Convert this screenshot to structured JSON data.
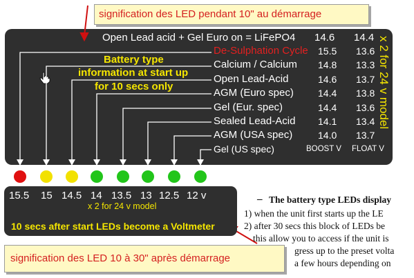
{
  "callouts": {
    "top": "signification des LED pendant 10\" au démarrage",
    "bottom": "signification des LED 10 à 30\" après démarrage"
  },
  "panel": {
    "header_label": "Open Lead acid + Gel Euro on = LiFePO4",
    "header_boost": "14.6",
    "header_float": "14.4",
    "vertical_note": "x 2 for 24 v model",
    "info_lines": [
      "Battery type",
      "information at start up",
      "for 10 secs only"
    ],
    "battery_types": [
      {
        "name": "De-Sulphation Cycle",
        "boost": "15.5",
        "float": "13.6",
        "highlight": true
      },
      {
        "name": "Calcium / Calcium",
        "boost": "14.8",
        "float": "13.3",
        "highlight": false
      },
      {
        "name": "Open Lead-Acid",
        "boost": "14.6",
        "float": "13.7",
        "highlight": false
      },
      {
        "name": "AGM (Euro spec)",
        "boost": "14.4",
        "float": "13.8",
        "highlight": false
      },
      {
        "name": "Gel (Eur. spec)",
        "boost": "14.4",
        "float": "13.6",
        "highlight": false
      },
      {
        "name": "Sealed Lead-Acid",
        "boost": "14.1",
        "float": "13.4",
        "highlight": false
      },
      {
        "name": "AGM (USA spec)",
        "boost": "14.0",
        "float": "13.7",
        "highlight": false
      },
      {
        "name": "Gel (US spec)",
        "boost": "",
        "float": "",
        "highlight": false
      }
    ],
    "boost_label": "BOOST V",
    "float_label": "FLOAT V"
  },
  "leds": [
    {
      "color": "#e01010"
    },
    {
      "color": "#f2e100"
    },
    {
      "color": "#f2e100"
    },
    {
      "color": "#22c51a"
    },
    {
      "color": "#22c51a"
    },
    {
      "color": "#22c51a"
    },
    {
      "color": "#22c51a"
    },
    {
      "color": "#22c51a"
    }
  ],
  "voltmeter": {
    "scale": [
      "15.5",
      "15",
      "14.5",
      "14",
      "13.5",
      "13",
      "12.5",
      "12 v"
    ],
    "note": "x 2 for 24 v model",
    "caption": "10 secs after start  LEDs become a Voltmeter"
  },
  "document": {
    "dash": "–",
    "heading": "The battery type LEDs  display",
    "lines": [
      "1) when the unit first starts up the LE",
      "2) after 30 secs this block of LEDs be",
      "this allow you to access if the unit is",
      "gress up to the preset volta",
      "a few hours depending on"
    ]
  }
}
